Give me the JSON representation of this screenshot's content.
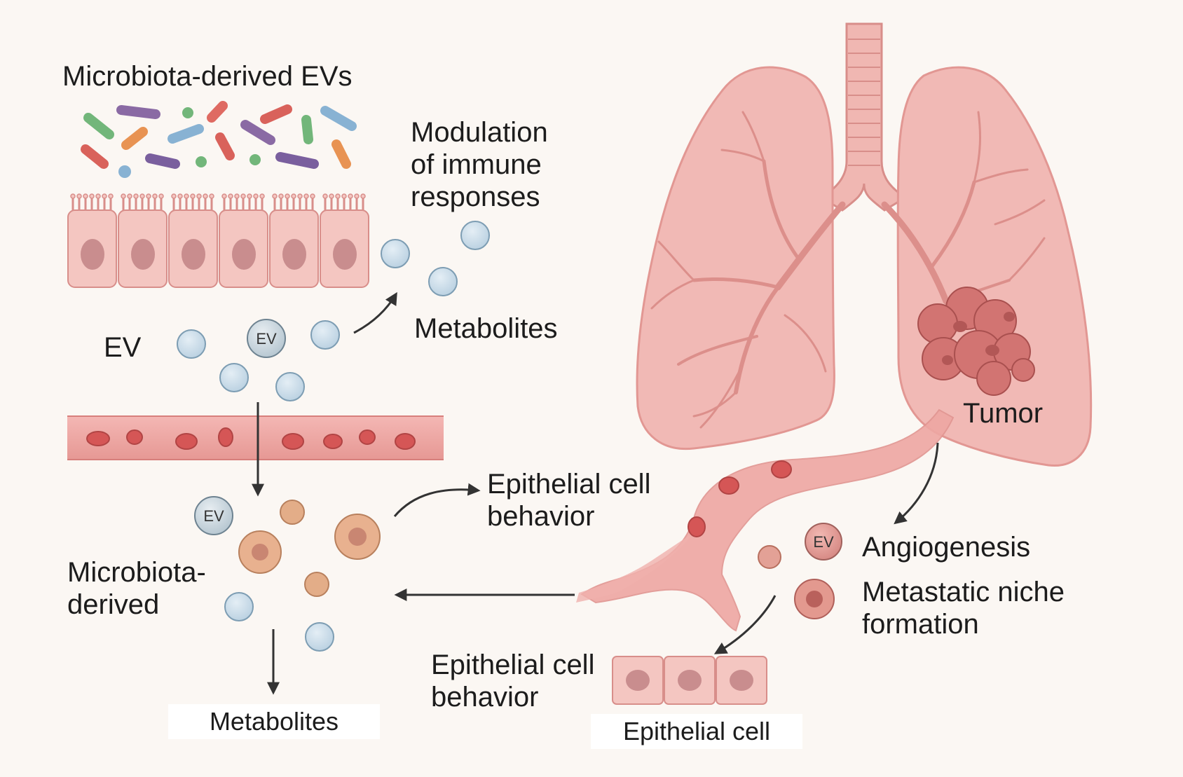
{
  "labels": {
    "microbiota_evs": "Microbiota-derived EVs",
    "modulation": "Modulation\nof immune\nresponses",
    "metabolites_top": "Metabolites",
    "ev": "EV",
    "epithelial_behavior_mid": "Epithelial cell\nbehavior",
    "microbiota_derived": "Microbiota-\nderived",
    "metabolites_bottom": "Metabolites",
    "epithelial_behavior_bottom": "Epithelial cell\nbehavior",
    "epithelial_cell": "Epithelial cell",
    "tumor": "Tumor",
    "angiogenesis": "Angiogenesis",
    "metastatic_niche": "Metastatic niche\nformation"
  },
  "ev_badge": "EV",
  "colors": {
    "background": "#fbf7f3",
    "lung": "#efb7b3",
    "cell": "#f4c6c1",
    "nucleus": "#c98d8e",
    "vesicle": "#c8dbe7",
    "blood_vessel": "#e9a29f",
    "red_blood_cell": "#d55555",
    "tumor": "#c96a6a",
    "metabolite": "#e0a882"
  }
}
